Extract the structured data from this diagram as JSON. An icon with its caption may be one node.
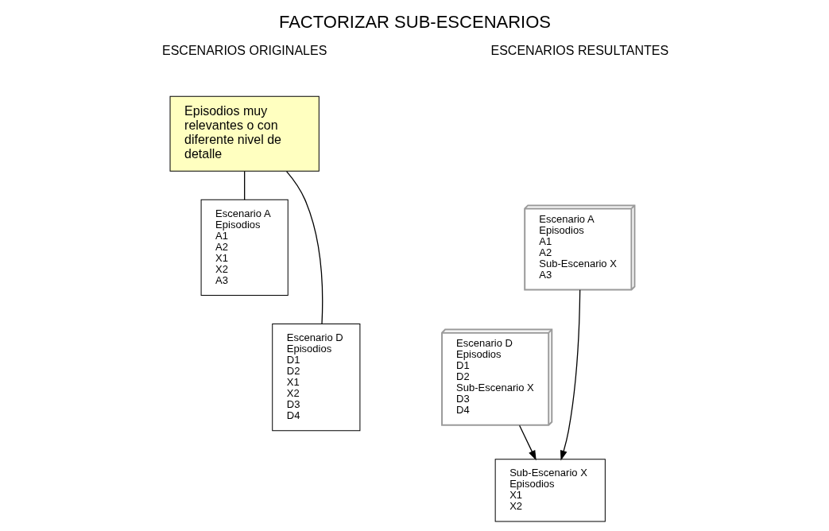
{
  "diagram": {
    "title": "FACTORIZAR SUB-ESCENARIOS",
    "nodes": [
      {
        "text": [
          "Escenario A",
          "Episodios",
          "A1",
          "A2",
          "X1",
          "X2",
          "A3"
        ]
      },
      {
        "text": [
          "Escenario D",
          "Episodios",
          "D1",
          "D2",
          "X1",
          "X2",
          "D3",
          "D4"
        ]
      },
      {
        "text": [
          "Episodios muy relevantes o con diferente nivel de detalle"
        ]
      },
      {
        "text": [
          "Escenario A",
          "Episodios",
          "A1",
          "A2",
          "Sub-Escenario X",
          "A3"
        ]
      },
      {
        "text": [
          "Escenario D",
          "Episodios",
          "D1",
          "D2",
          "Sub-Escenario X",
          "D3",
          "D4"
        ]
      },
      {
        "text": [
          "Sub-Escenario X",
          "Episodios",
          "X1",
          "X2"
        ]
      }
    ],
    "edges": [
      {
        "from": 2,
        "to": 0,
        "arrow": "none"
      },
      {
        "from": 2,
        "to": 1,
        "arrow": "none"
      },
      {
        "from": 3,
        "to": 5,
        "arrow": "to"
      },
      {
        "from": 4,
        "to": 5,
        "arrow": "to"
      }
    ],
    "labels": [
      "ESCENARIOS ORIGINALES",
      "ESCENARIOS RESULTANTES"
    ]
  }
}
